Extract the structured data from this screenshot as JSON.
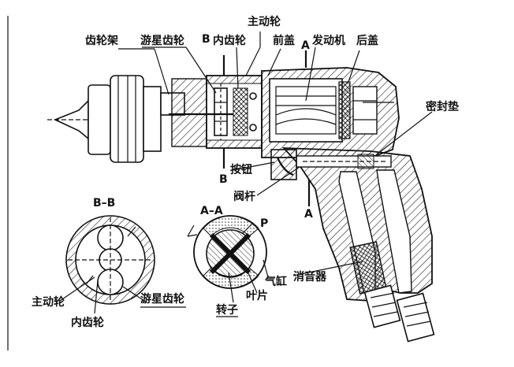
{
  "diagram": {
    "labels": {
      "gear_carrier": "齿轮架",
      "planet_gear": "游星齿轮",
      "section_b_top": "B",
      "internal_gear": "内齿轮",
      "drive_gear": "主动轮",
      "front_cover": "前盖",
      "section_a_top": "A",
      "motor": "发动机",
      "rear_cover": "后盖",
      "seal_gasket": "密封垫",
      "section_b_bottom": "B",
      "button": "按钮",
      "valve_stem": "阀杆",
      "section_a_bottom": "A",
      "bb_title": "B–B",
      "aa_title": "A–A",
      "p_label": "P",
      "cylinder": "气缸",
      "muffler": "消音器",
      "blade": "叶片",
      "rotor": "转子",
      "bb_drive_gear": "主动轮",
      "bb_planet_gear": "游星齿轮",
      "bb_internal_gear": "内齿轮"
    }
  }
}
